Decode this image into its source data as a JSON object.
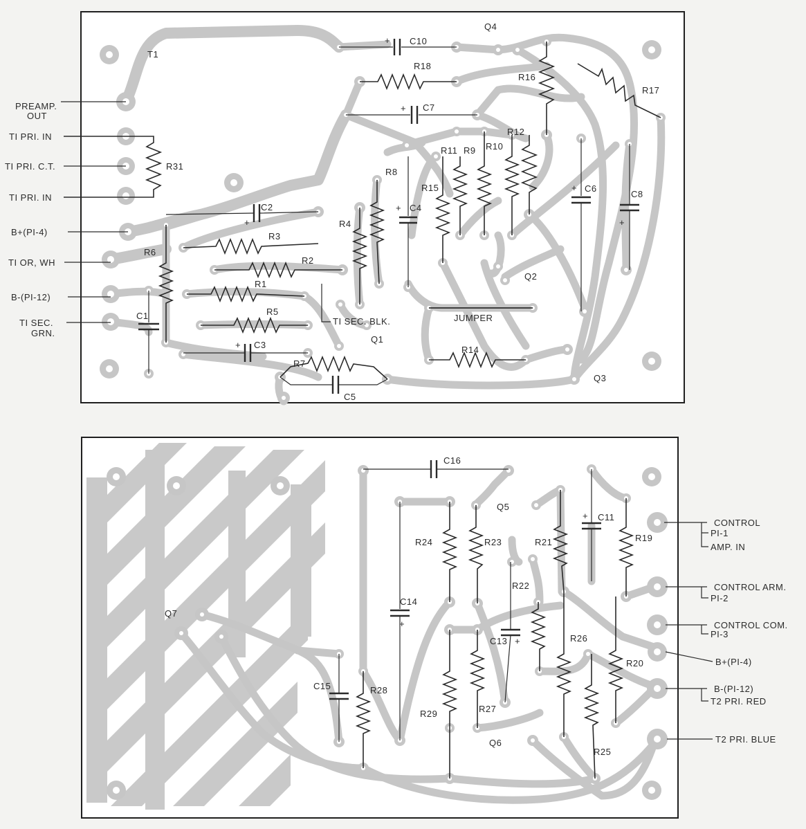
{
  "top_board": {
    "components": {
      "T1": "T1",
      "C10": "C10",
      "Q4": "Q4",
      "R18": "R18",
      "R16": "R16",
      "R17": "R17",
      "C7": "C7",
      "R12": "R12",
      "R11": "R11",
      "R9": "R9",
      "R10": "R10",
      "R8": "R8",
      "R15": "R15",
      "C6": "C6",
      "C8": "C8",
      "C2": "C2",
      "C4": "C4",
      "R4": "R4",
      "R3": "R3",
      "R6": "R6",
      "R2": "R2",
      "R1": "R1",
      "Q2": "Q2",
      "R5": "R5",
      "C1": "C1",
      "JUMPER": "JUMPER",
      "Q1": "Q1",
      "C3": "C3",
      "R14": "R14",
      "R7": "R7",
      "C5": "C5",
      "Q3": "Q3",
      "R31": "R31"
    },
    "connections": {
      "preamp_out": "PREAMP.",
      "preamp_out_2": "OUT",
      "t1_pri_in_a": "TI PRI. IN",
      "t1_pri_ct": "TI PRI. C.T.",
      "t1_pri_in_b": "TI PRI. IN",
      "b_plus": "B+(PI-4)",
      "t1_or_wh": "TI OR, WH",
      "b_minus": "B-(PI-12)",
      "t1_sec": "TI SEC.",
      "t1_sec_2": "GRN.",
      "t1_sec_blk": "TI SEC. BLK."
    }
  },
  "bottom_board": {
    "components": {
      "C16": "C16",
      "Q5": "Q5",
      "C11": "C11",
      "R19": "R19",
      "R24": "R24",
      "R23": "R23",
      "R21": "R21",
      "R22": "R22",
      "C14": "C14",
      "Q7": "Q7",
      "C13": "C13",
      "R26": "R26",
      "R20": "R20",
      "C15": "C15",
      "R28": "R28",
      "R29": "R29",
      "R27": "R27",
      "Q6": "Q6",
      "R25": "R25"
    },
    "connections": {
      "control": "CONTROL",
      "p1_1": "PI-1",
      "amp_in": "AMP. IN",
      "control_arm": "CONTROL ARM.",
      "p1_2": "PI-2",
      "control_com": "CONTROL COM.",
      "p1_3": "PI-3",
      "b_plus": "B+(PI-4)",
      "b_minus": "B-(PI-12)",
      "t2_pri_red": "T2 PRI. RED",
      "t2_pri_blue": "T2 PRI. BLUE"
    }
  }
}
